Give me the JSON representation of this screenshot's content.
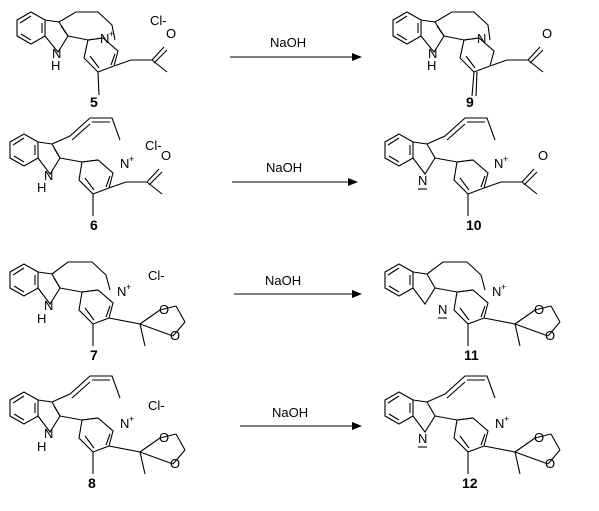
{
  "reactions": [
    {
      "reactant_number": "5",
      "product_number": "9",
      "reagent": "NaOH",
      "reactant_counterion": "Cl-",
      "reactant_nh": "H",
      "reactant_n": "N",
      "reactant_n_charge": "+",
      "product_nh": "H",
      "product_n": "N",
      "reactant_ketone_o": "O",
      "product_ketone_o": "O"
    },
    {
      "reactant_number": "6",
      "product_number": "10",
      "reagent": "NaOH",
      "reactant_counterion": "Cl-",
      "reactant_nh": "H",
      "reactant_n": "N",
      "reactant_n_charge": "+",
      "product_n_indole": "N",
      "product_n": "N",
      "product_n_charge": "+",
      "reactant_ketone_o": "O",
      "product_ketone_o": "O"
    },
    {
      "reactant_number": "7",
      "product_number": "11",
      "reagent": "NaOH",
      "reactant_counterion": "Cl-",
      "reactant_nh": "H",
      "reactant_n": "N",
      "reactant_n_charge": "+",
      "product_n_indole": "N",
      "product_n": "N",
      "product_n_charge": "+",
      "ketal_o": "O"
    },
    {
      "reactant_number": "8",
      "product_number": "12",
      "reagent": "NaOH",
      "reactant_counterion": "Cl-",
      "reactant_nh": "H",
      "reactant_n": "N",
      "reactant_n_charge": "+",
      "product_n_indole": "N",
      "product_n": "N",
      "product_n_charge": "+",
      "ketal_o": "O"
    }
  ],
  "colors": {
    "ink": "#000000",
    "background": "#ffffff"
  }
}
